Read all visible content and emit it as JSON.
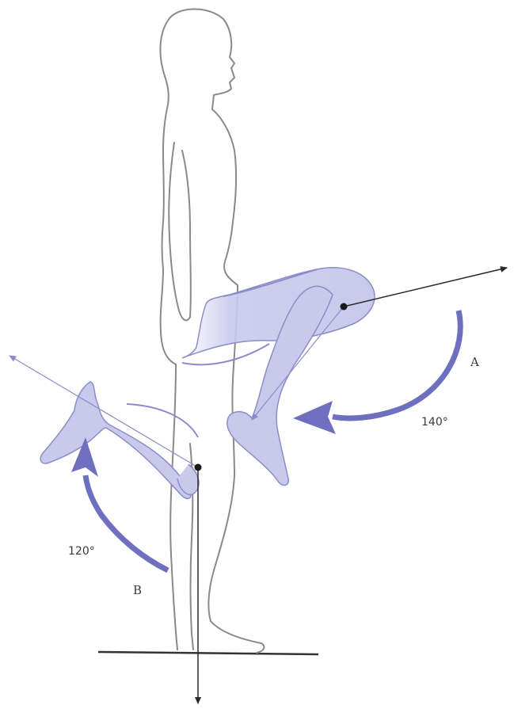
{
  "diagram": {
    "labels": {
      "a": "A",
      "b": "B",
      "angle_a": "140°",
      "angle_b": "120°"
    },
    "colors": {
      "limb_fill": "#c9c9ec",
      "limb_stroke": "#8c8cc8",
      "arc": "#6f6fc0",
      "outline": "#8a8a8a",
      "line_dark": "#2a2a2a",
      "line_light": "#8c8cc8"
    }
  }
}
